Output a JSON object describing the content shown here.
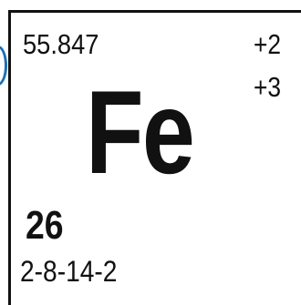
{
  "element": {
    "atomic_mass": "55.847",
    "symbol": "Fe",
    "atomic_number": "26",
    "electron_configuration": "2-8-14-2",
    "oxidation_states": [
      "+2",
      "+3"
    ]
  },
  "colors": {
    "ink": "#111111",
    "background": "#ffffff",
    "edge_fragment": "#1c6fb5"
  }
}
